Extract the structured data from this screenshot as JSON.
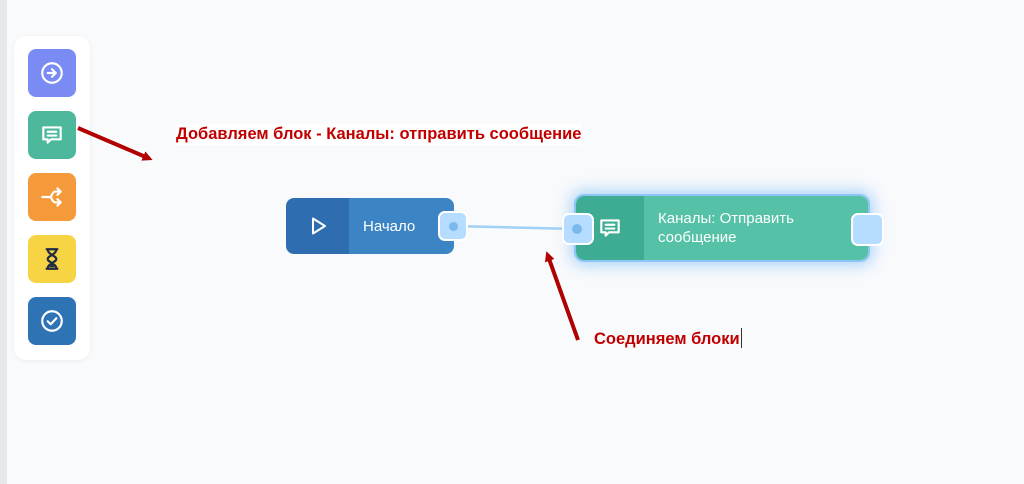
{
  "palette": {
    "tools": [
      {
        "icon": "arrow-right-circle-icon",
        "color": "#7b8bf4"
      },
      {
        "icon": "message-icon",
        "color": "#4db89c"
      },
      {
        "icon": "branch-icon",
        "color": "#f59a3b"
      },
      {
        "icon": "hourglass-icon",
        "color": "#f7d443"
      },
      {
        "icon": "check-circle-icon",
        "color": "#2e73b4"
      }
    ]
  },
  "nodes": {
    "start": {
      "label": "Начало",
      "icon": "play-icon",
      "color_dark": "#2e6eb0",
      "color_light": "#3c84c4"
    },
    "send_message": {
      "label_line1": "Каналы: Отправить",
      "label_line2": "сообщение",
      "icon": "message-icon",
      "color_dark": "#3eac92",
      "color_light": "#55c2a7"
    }
  },
  "annotations": {
    "add_block": "Добавляем блок - Каналы: отправить сообщение",
    "connect_blocks": "Соединяем блоки"
  },
  "colors": {
    "annotation": "#c00000",
    "port": "#b6dcff",
    "connector": "#9fd0f5"
  }
}
